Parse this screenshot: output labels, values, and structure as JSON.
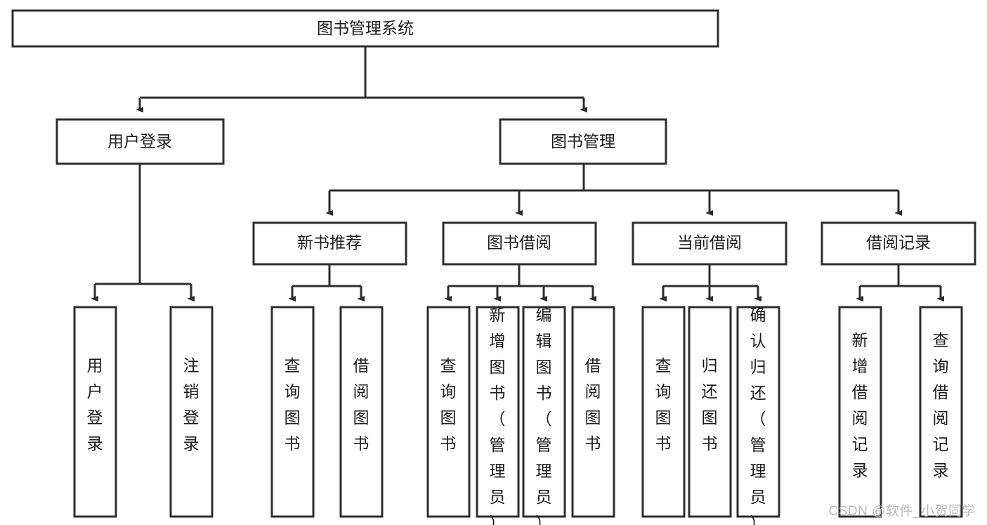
{
  "diagram": {
    "type": "tree",
    "title": "图书管理系统",
    "orientation": "top-down",
    "colors": {
      "stroke": "#2e2e2e",
      "fill": "#ffffff",
      "text": "#1b1b1b",
      "watermark": "#b9b9b9",
      "background": "#ffffff"
    },
    "levels": {
      "root": {
        "label": "图书管理系统"
      },
      "level2": [
        {
          "label": "用户登录"
        },
        {
          "label": "图书管理"
        }
      ],
      "level3": [
        {
          "label": "新书推荐"
        },
        {
          "label": "图书借阅"
        },
        {
          "label": "当前借阅"
        },
        {
          "label": "借阅记录"
        }
      ],
      "leaves": [
        {
          "label": "用户登录",
          "parent": "用户登录"
        },
        {
          "label": "注销登录",
          "parent": "用户登录"
        },
        {
          "label": "查询图书",
          "parent": "新书推荐"
        },
        {
          "label": "借阅图书",
          "parent": "新书推荐"
        },
        {
          "label": "查询图书",
          "parent": "图书借阅"
        },
        {
          "label": "新增图书（管理员）",
          "parent": "图书借阅"
        },
        {
          "label": "编辑图书（管理员）",
          "parent": "图书借阅"
        },
        {
          "label": "借阅图书",
          "parent": "图书借阅"
        },
        {
          "label": "查询图书",
          "parent": "当前借阅"
        },
        {
          "label": "归还图书",
          "parent": "当前借阅"
        },
        {
          "label": "确认归还（管理员）",
          "parent": "当前借阅"
        },
        {
          "label": "新增借阅记录",
          "parent": "借阅记录"
        },
        {
          "label": "查询借阅记录",
          "parent": "借阅记录"
        }
      ]
    }
  },
  "watermark": {
    "text": "CSDN @软件_小贺同学"
  }
}
